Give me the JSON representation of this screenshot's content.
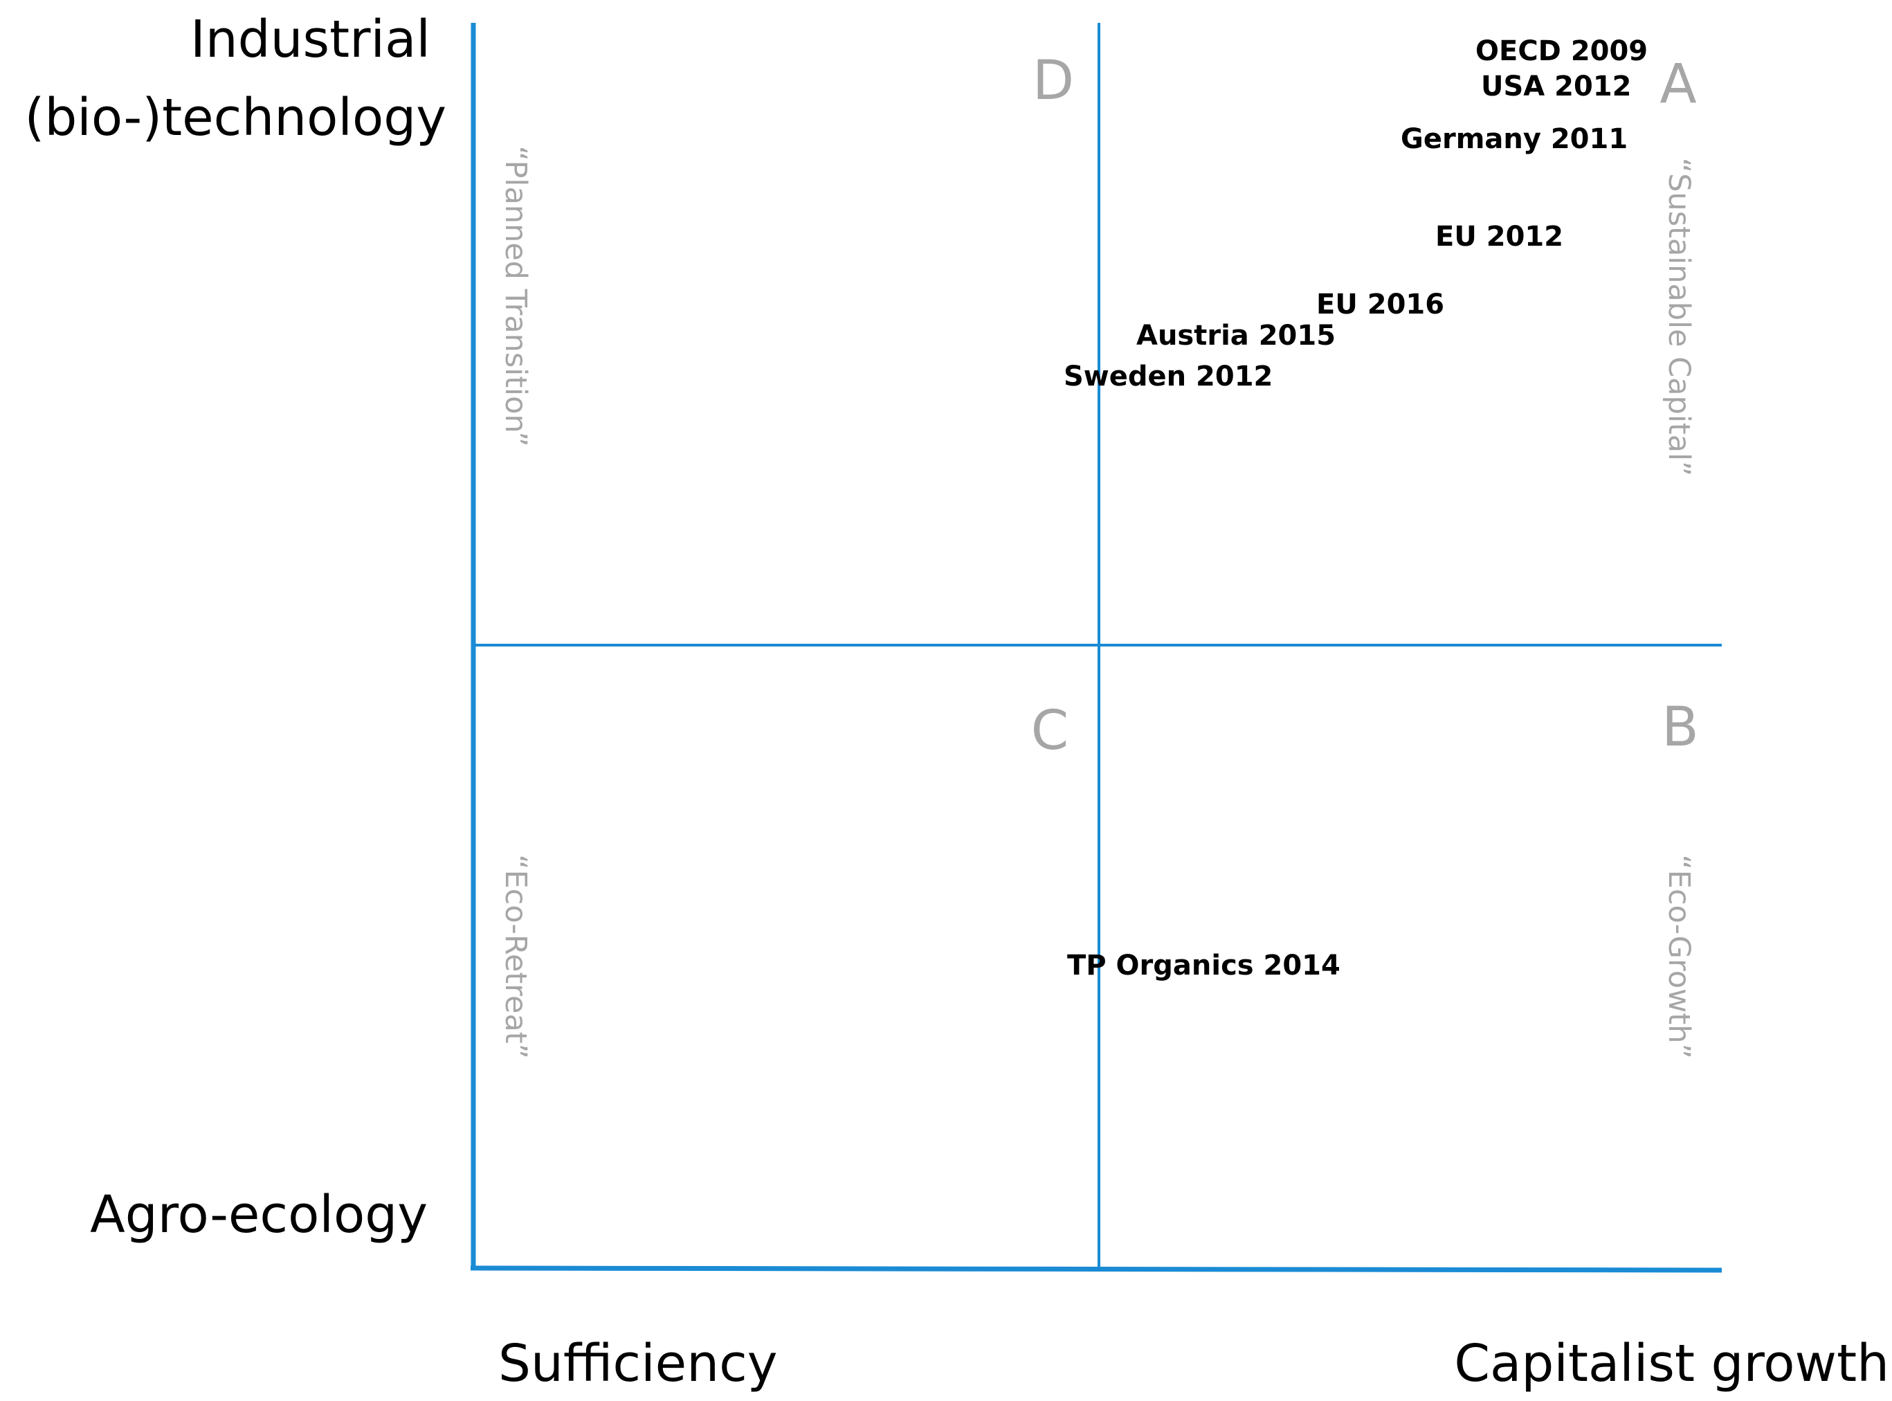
{
  "colors": {
    "axis": "#1a8bd4",
    "muted_text": "#a6a6a6",
    "text": "#000000"
  },
  "axes": {
    "y_top": [
      "Industrial",
      "(bio-)technology"
    ],
    "y_bottom": "Agro-ecology",
    "x_left": "Sufficiency",
    "x_right": "Capitalist growth"
  },
  "quadrants": [
    {
      "letter": "A",
      "scenario": "“Sustainable Capital”"
    },
    {
      "letter": "B",
      "scenario": "“Eco-Growth”"
    },
    {
      "letter": "C",
      "scenario": "“Eco-Retreat”"
    },
    {
      "letter": "D",
      "scenario": "“Planned Transition”"
    }
  ],
  "documents": [
    "OECD 2009",
    "USA 2012",
    "Germany 2011",
    "EU 2012",
    "EU 2016",
    "Austria 2015",
    "Sweden 2012",
    "TP Organics 2014"
  ]
}
